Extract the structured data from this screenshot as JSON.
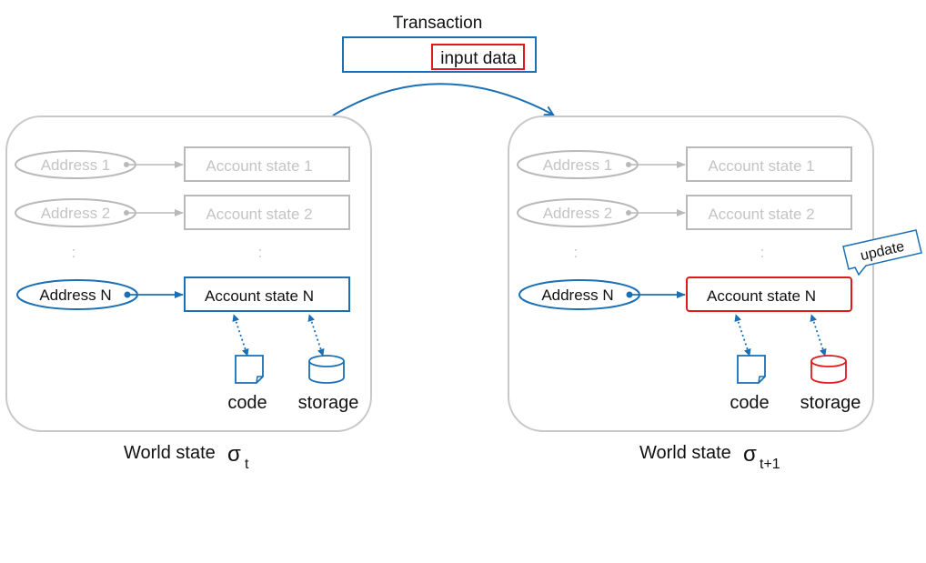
{
  "transaction": {
    "title": "Transaction",
    "field": "input data"
  },
  "left_world": {
    "addresses": [
      "Address 1",
      "Address 2",
      "Address N"
    ],
    "accounts": [
      "Account state 1",
      "Account state 2",
      "Account state N"
    ],
    "ellipsis": ":",
    "code_label": "code",
    "storage_label": "storage",
    "caption_main": "World state",
    "caption_symbol": "σ",
    "caption_sub": "t"
  },
  "right_world": {
    "addresses": [
      "Address 1",
      "Address 2",
      "Address N"
    ],
    "accounts": [
      "Account state 1",
      "Account state 2",
      "Account state N"
    ],
    "ellipsis": ":",
    "code_label": "code",
    "storage_label": "storage",
    "update_label": "update",
    "caption_main": "World state",
    "caption_symbol": "σ",
    "caption_sub": "t+1"
  },
  "colors": {
    "blue": "#1a6fb5",
    "red": "#e0191f",
    "gray": "#b9b9b9",
    "faded_text": "#c4c4c4",
    "panel_border": "#c8c8c8"
  }
}
